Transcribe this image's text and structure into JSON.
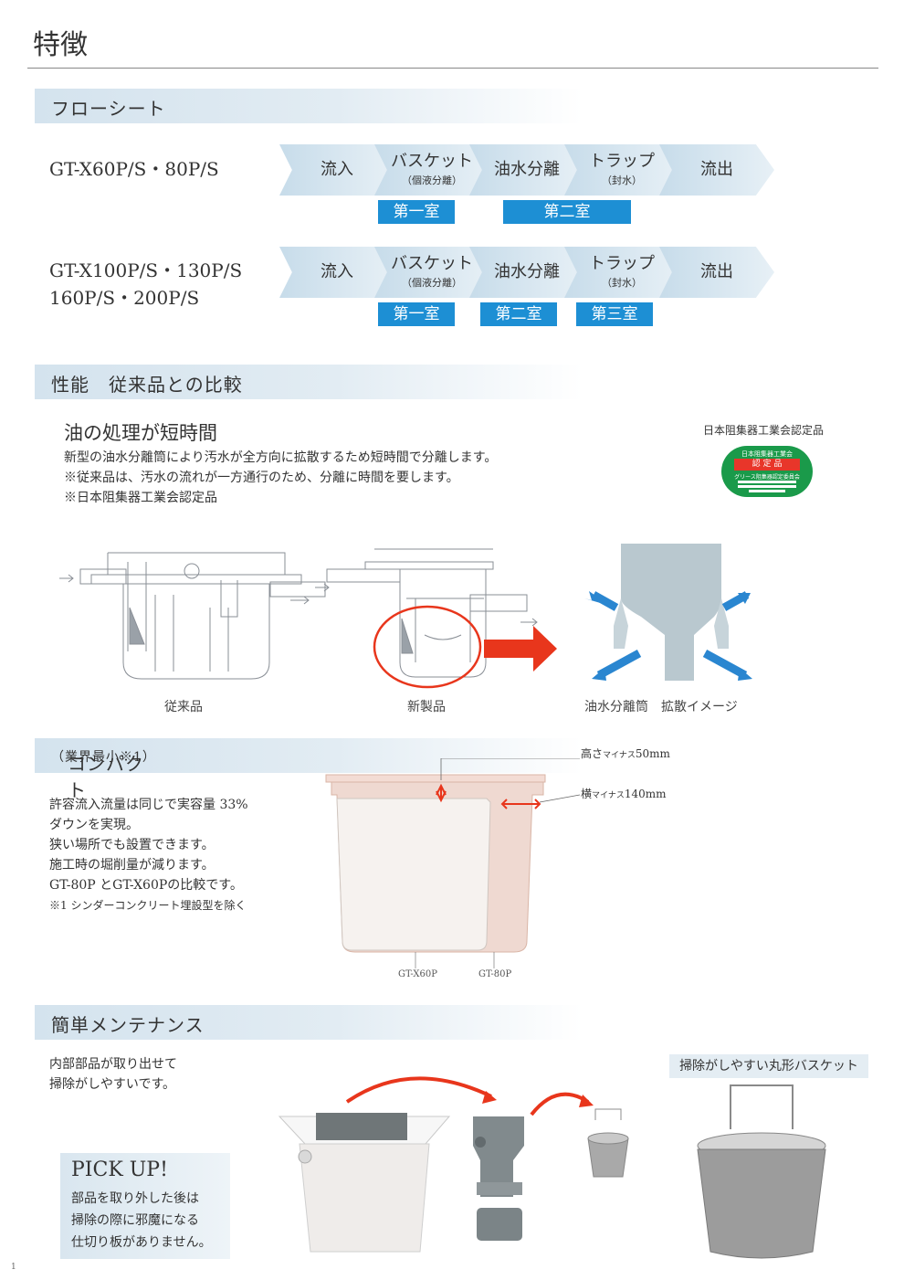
{
  "page": {
    "title": "特徴",
    "page_number": "1"
  },
  "flow": {
    "heading": "フローシート",
    "row1": {
      "model": "GT-X60P/S・80P/S",
      "steps": [
        {
          "label": "流入",
          "sub": ""
        },
        {
          "label": "バスケット",
          "sub": "（個液分離）"
        },
        {
          "label": "油水分離",
          "sub": ""
        },
        {
          "label": "トラップ",
          "sub": "（封水）"
        },
        {
          "label": "流出",
          "sub": ""
        }
      ],
      "rooms": [
        "第一室",
        "第二室"
      ]
    },
    "row2": {
      "model_line1": "GT-X100P/S・130P/S",
      "model_line2": "160P/S・200P/S",
      "steps": [
        {
          "label": "流入",
          "sub": ""
        },
        {
          "label": "バスケット",
          "sub": "（個液分離）"
        },
        {
          "label": "油水分離",
          "sub": ""
        },
        {
          "label": "トラップ",
          "sub": "（封水）"
        },
        {
          "label": "流出",
          "sub": ""
        }
      ],
      "rooms": [
        "第一室",
        "第二室",
        "第三室"
      ]
    }
  },
  "performance": {
    "heading": "性能　従来品との比較",
    "subheading": "油の処理が短時間",
    "lines": [
      "新型の油水分離筒により汚水が全方向に拡散するため短時間で分離します。",
      "※従来品は、汚水の流れが一方通行のため、分離に時間を要します。",
      "※日本阻集器工業会認定品"
    ],
    "cert_caption": "日本阻集器工業会認定品",
    "badge": {
      "top": "日本阻集器工業会",
      "mid": "認 定 品",
      "bottom": "グリース阻集器認定委員会"
    },
    "captions": {
      "old": "従来品",
      "new": "新製品",
      "image": "油水分離筒　拡散イメージ"
    }
  },
  "compact": {
    "heading": "コンパクト",
    "heading_note": "（業界最小※1）",
    "lines": [
      "許容流入流量は同じで実容量 33%",
      "ダウンを実現。",
      "狭い場所でも設置できます。",
      "施工時の堀削量が減ります。",
      "GT-80P とGT-X60Pの比較です。"
    ],
    "footnote": "※1 シンダーコンクリート埋設型を除く",
    "height_label": "高さ",
    "height_small": "マイナス",
    "height_value": "50mm",
    "width_label": "横",
    "width_small": "マイナス",
    "width_value": "140mm",
    "label_a": "GT-X60P",
    "label_b": "GT-80P"
  },
  "maintenance": {
    "heading": "簡単メンテナンス",
    "lines": [
      "内部部品が取り出せて",
      "掃除がしやすいです。"
    ],
    "basket_caption": "掃除がしやすい丸形バスケット",
    "pickup_title": "PICK UP!",
    "pickup_lines": [
      "部品を取り外した後は",
      "掃除の際に邪魔になる",
      "仕切り板がありません。"
    ]
  },
  "colors": {
    "accent_blue": "#1d8fd4",
    "accent_red": "#e8361c",
    "badge_green": "#1a9a4a"
  }
}
